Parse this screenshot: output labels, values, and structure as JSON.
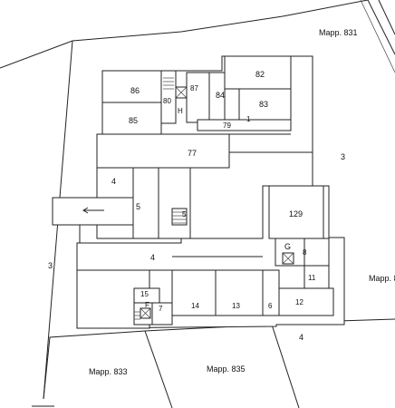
{
  "parcels": {
    "mapp_831": "Mapp. 831",
    "mapp_833": "Mapp. 833",
    "mapp_835": "Mapp. 835",
    "mapp_edge": "Mapp. 8",
    "area_3_left": "3",
    "area_3_right": "3",
    "area_4_bottom": "4"
  },
  "rooms": {
    "r86": "86",
    "r85": "85",
    "r80": "80",
    "r87": "87",
    "r84": "84",
    "r82": "82",
    "r83": "83",
    "rH": "H",
    "r79": "79",
    "r77": "77",
    "r4_top": "4",
    "r5_left": "5",
    "r5_stair": "5",
    "r4_mid": "4",
    "r129": "129",
    "rG": "G",
    "r8": "8",
    "r11": "11",
    "r12": "12",
    "r15": "15",
    "rF": "F",
    "r7": "7",
    "r14": "14",
    "r13": "13",
    "r6": "6",
    "r1": "1"
  }
}
